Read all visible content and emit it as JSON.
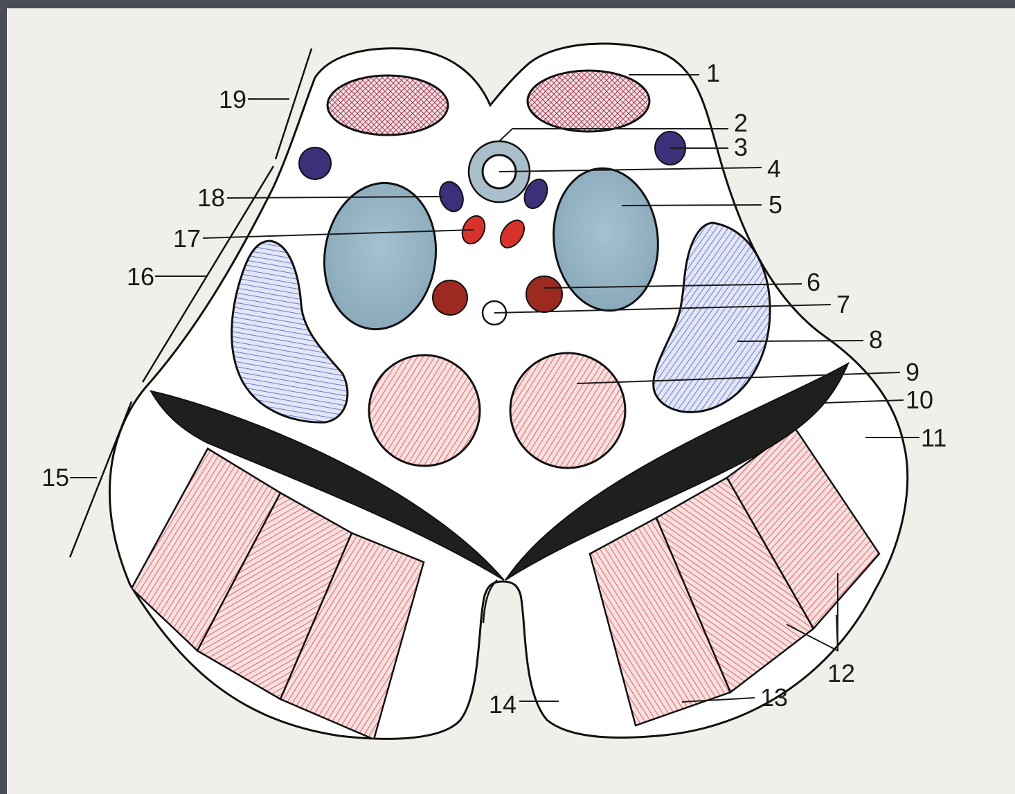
{
  "figure": {
    "labels": {
      "l1": "1",
      "l2": "2",
      "l3": "3",
      "l4": "4",
      "l5": "5",
      "l6": "6",
      "l7": "7",
      "l8": "8",
      "l9": "9",
      "l10": "10",
      "l11": "11",
      "l12": "12",
      "l13": "13",
      "l14": "14",
      "l15": "15",
      "l16": "16",
      "l17": "17",
      "l18": "18",
      "l19": "19"
    },
    "colors": {
      "outline": "#111111",
      "background": "#f1efe9",
      "cross_hatch": "#b0405a",
      "navy_nucleus": "#3d2f7a",
      "aqueduct_ring": "#a9bfca",
      "grey_blue_nucleus": "#93b3c3",
      "red_small": "#d8322b",
      "dark_red": "#9c2a20",
      "blue_hatch": "#4b5fbf",
      "orange_hatch": "#e0485a",
      "black_band": "#1f1f1f"
    }
  }
}
